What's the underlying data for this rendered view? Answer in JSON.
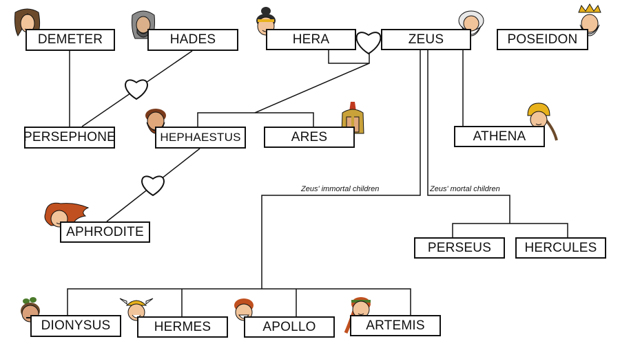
{
  "deities": {
    "demeter": "DEMETER",
    "hades": "HADES",
    "hera": "HERA",
    "zeus": "ZEUS",
    "poseidon": "POSEIDON",
    "persephone": "PERSEPHONE",
    "hephaestus": "HEPHAESTUS",
    "ares": "ARES",
    "athena": "ATHENA",
    "aphrodite": "APHRODITE",
    "perseus": "PERSEUS",
    "hercules": "HERCULES",
    "dionysus": "DIONYSUS",
    "hermes": "HERMES",
    "apollo": "APOLLO",
    "artemis": "ARTEMIS"
  },
  "labels": {
    "immortal_children": "Zeus' immortal children",
    "mortal_children": "Zeus' mortal children"
  },
  "icons": {
    "marriage": "heart-icon",
    "portrait": "face-icon"
  },
  "colors": {
    "line": "#111111",
    "skin": "#f2c49a",
    "hair_brown": "#6b4a2b",
    "hair_grey": "#8a8a8a",
    "hair_dark": "#2b2b2b",
    "hair_red": "#c0501f",
    "gold": "#e8b21c",
    "green": "#4a7a2a"
  }
}
